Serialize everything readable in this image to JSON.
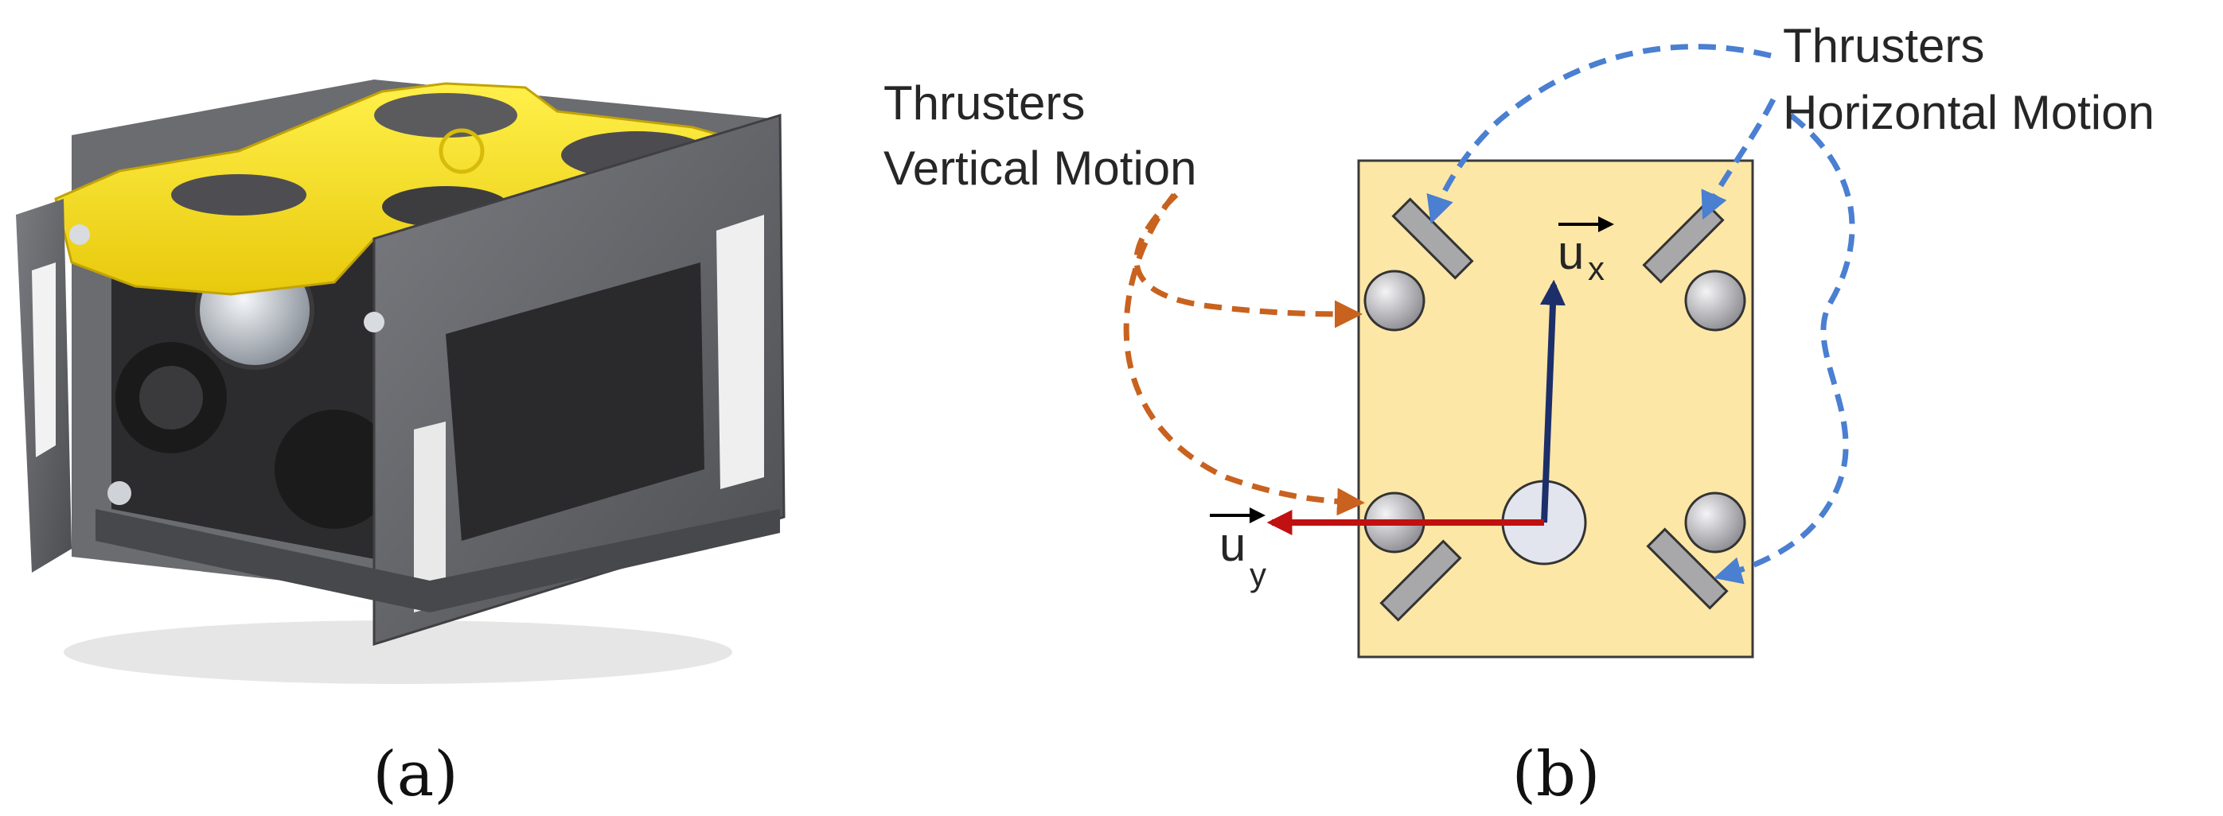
{
  "panels": {
    "a": {
      "caption": "(a)",
      "image": "rov-photo-yellow-grey-frame"
    },
    "b": {
      "caption": "(b)",
      "labels": {
        "vertical_line1": "Thrusters",
        "vertical_line2": "Vertical Motion",
        "horizontal_line1": "Thrusters",
        "horizontal_line2": "Horizontal Motion",
        "ux_base": "u",
        "ux_sub": "x",
        "uy_base": "u",
        "uy_sub": "y"
      }
    }
  },
  "colors": {
    "body_fill": "#fde7a6",
    "body_stroke": "#3a3a3a",
    "vertical_arrow": "#c8621e",
    "horizontal_arrow": "#4a7fd1",
    "ux_arrow": "#1c2f6b",
    "uy_arrow": "#c01010",
    "rov_yellow": "#f2dc1e",
    "rov_frame": "#5f6064"
  }
}
